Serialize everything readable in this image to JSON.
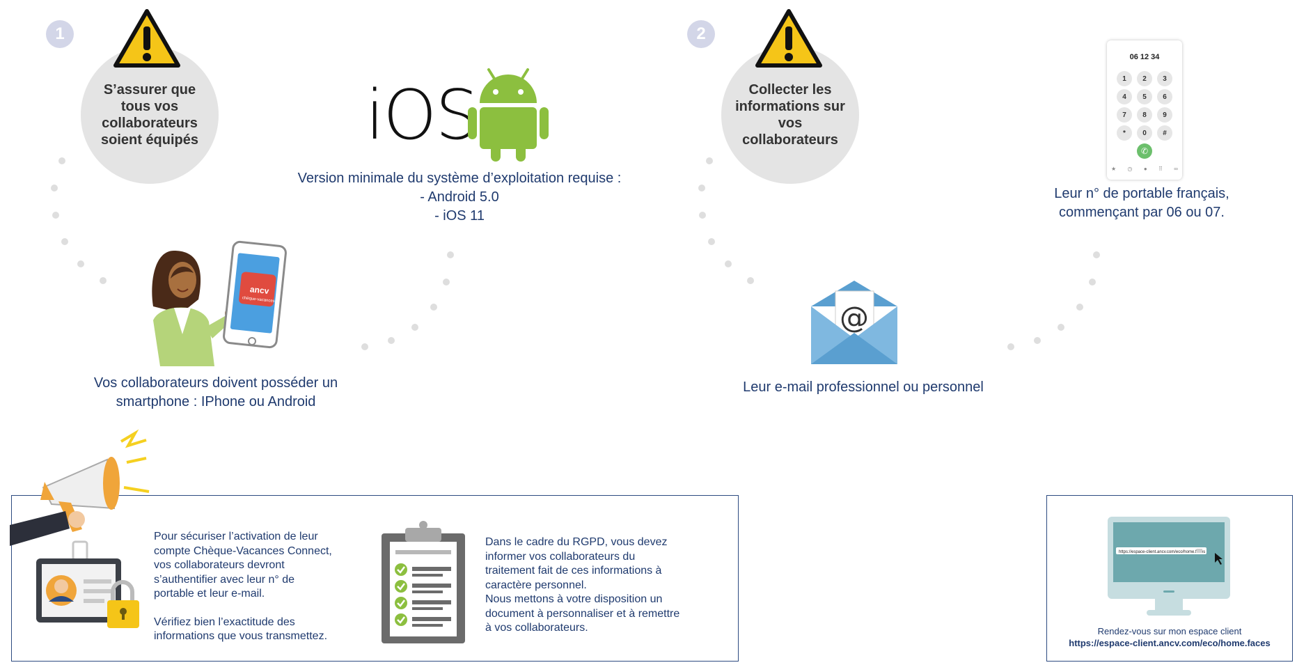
{
  "step1": {
    "number": "1",
    "circle_text": "S’assurer que tous vos collaborateurs soient équipés",
    "os_requirements": {
      "title": "Version minimale du système d’exploitation requise :",
      "android": "- Android 5.0",
      "ios": "- iOS 11",
      "ios_logo_text": "iOS"
    },
    "smartphone_text_line1": "Vos  collaborateurs doivent posséder un",
    "smartphone_text_line2": "smartphone : IPhone ou Android",
    "app_logo_text": "ancv",
    "app_logo_subtext": "chèque-vacances"
  },
  "step2": {
    "number": "2",
    "circle_text": "Collecter les informations sur vos collaborateurs",
    "phone_number_display": "06 12 34",
    "keypad": [
      "1",
      "2",
      "3",
      "4",
      "5",
      "6",
      "7",
      "8",
      "9",
      "*",
      "0",
      "#"
    ],
    "mobile_text_line1": "Leur n° de portable français,",
    "mobile_text_line2": "commençant par 06 ou 07.",
    "email_symbol": "@",
    "email_text": "Leur e-mail professionnel ou personnel"
  },
  "security_box": {
    "auth_text": [
      "Pour sécuriser l’activation de leur",
      "compte Chèque-Vacances Connect,",
      "vos collaborateurs devront",
      "s’authentifier avec leur n° de",
      "portable et leur e-mail."
    ],
    "verify_text": [
      "Vérifiez bien l’exactitude des",
      "informations que vous transmettez."
    ],
    "rgpd_text": [
      "Dans le cadre du RGPD, vous devez",
      "informer vos collaborateurs du",
      "traitement fait de ces informations à",
      "caractère personnel.",
      "Nous mettons à votre disposition un",
      "document à personnaliser et à remettre",
      "à vos collaborateurs."
    ]
  },
  "client_box": {
    "screen_url": "https://espace-client.ancv.com/eco/home.faces",
    "line1": "Rendez-vous sur mon espace client",
    "line2": "https://espace-client.ancv.com/eco/home.faces"
  },
  "colors": {
    "text_blue": "#1f3a6e",
    "android_green": "#8cbf3f",
    "warning_yellow": "#f5c518",
    "email_blue": "#7fb8e0"
  }
}
